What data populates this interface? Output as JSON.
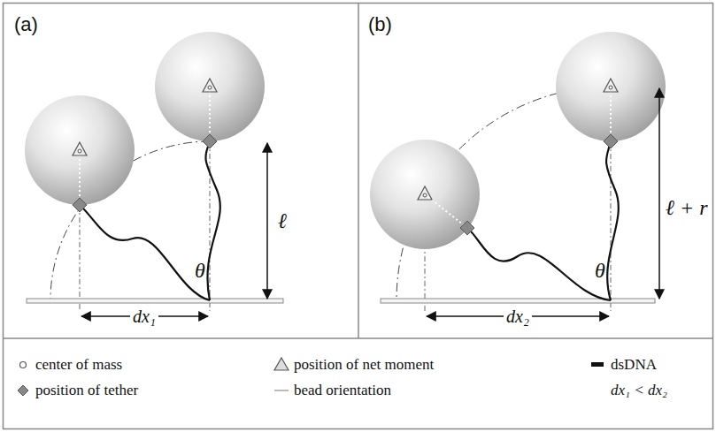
{
  "diagram": {
    "labels": [
      "(a)",
      "ℓ",
      "θ",
      "dx₁",
      "(b)",
      "ℓ + r",
      "θ",
      "dx₂",
      "dx₁ < dx₂"
    ],
    "legend": [
      {
        "text": "center of mass"
      },
      {
        "text": "position of net moment"
      },
      {
        "text": "dsDNA"
      },
      {
        "text": "position of tether"
      },
      {
        "text": "bead orientation"
      }
    ]
  }
}
